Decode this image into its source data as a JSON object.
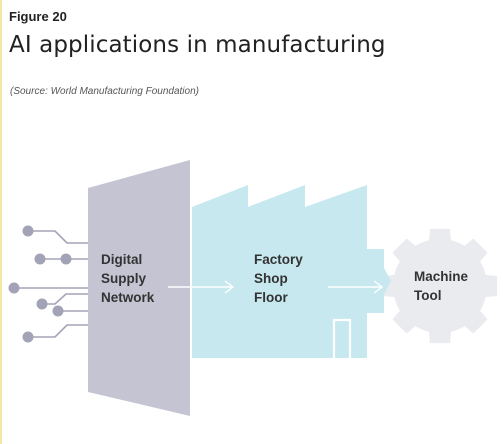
{
  "header": {
    "figure_label": "Figure 20",
    "title": "AI applications in manufacturing",
    "source": "(Source: World Manufacturing Foundation)"
  },
  "diagram": {
    "nodes": [
      {
        "id": "digital",
        "lines": [
          "Digital",
          "Supply",
          "Network"
        ],
        "color": "#c4c4d3",
        "icon": "circuit-lines-icon"
      },
      {
        "id": "factory",
        "lines": [
          "Factory",
          "Shop",
          "Floor"
        ],
        "color": "#c7e8ef",
        "icon": "factory-building-icon"
      },
      {
        "id": "machine",
        "lines": [
          "Machine",
          "Tool"
        ],
        "color": "#e9ebef",
        "icon": "gear-icon"
      }
    ],
    "arrow_color": "#ffffff",
    "line_color": "#a3a3b7"
  }
}
